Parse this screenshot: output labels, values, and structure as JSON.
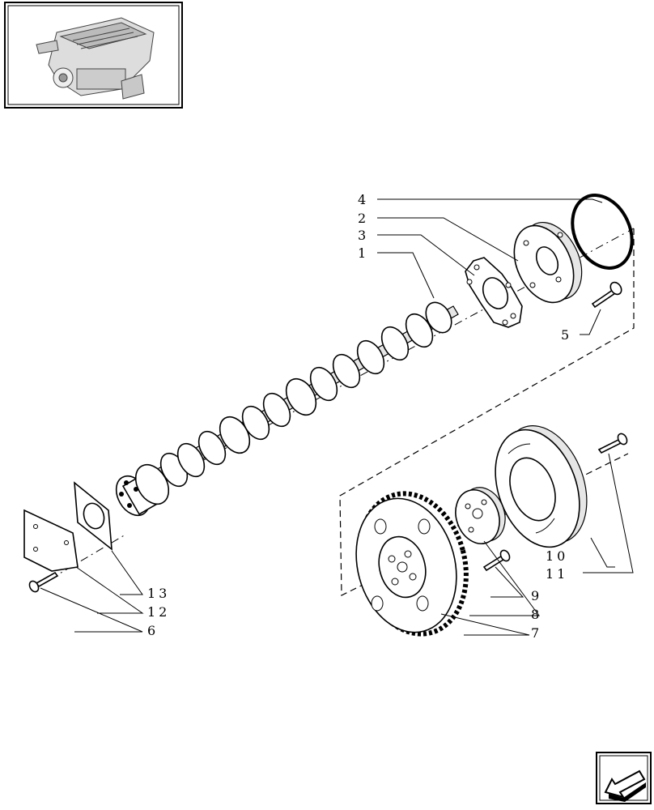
{
  "labels": {
    "p1": "1",
    "p2": "2",
    "p3": "3",
    "p4": "4",
    "p5": "5",
    "p6": "6",
    "p7": "7",
    "p8": "8",
    "p9": "9",
    "p10": "10",
    "p11": "11",
    "p12": "12",
    "p13": "13"
  },
  "icons": {
    "thumbnail": "engine-thumbnail-icon",
    "nav": "next-page-arrow-icon"
  }
}
